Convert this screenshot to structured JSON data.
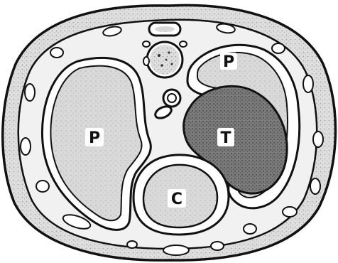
{
  "labels": {
    "left_pleura": "P",
    "right_pleura": "P",
    "tumor": "T",
    "heart": "C"
  },
  "colors": {
    "ink": "#111111",
    "body_wall": "#d6d6d6",
    "lung_field": "#cfcfcf",
    "tumor_mass": "#7a7a7a",
    "cavity": "#f2f2f2",
    "background": "#ffffff"
  },
  "icons": {
    "rib_section": "oval-outline",
    "vertebra": "speckled-circle",
    "aorta": "double-ring"
  }
}
